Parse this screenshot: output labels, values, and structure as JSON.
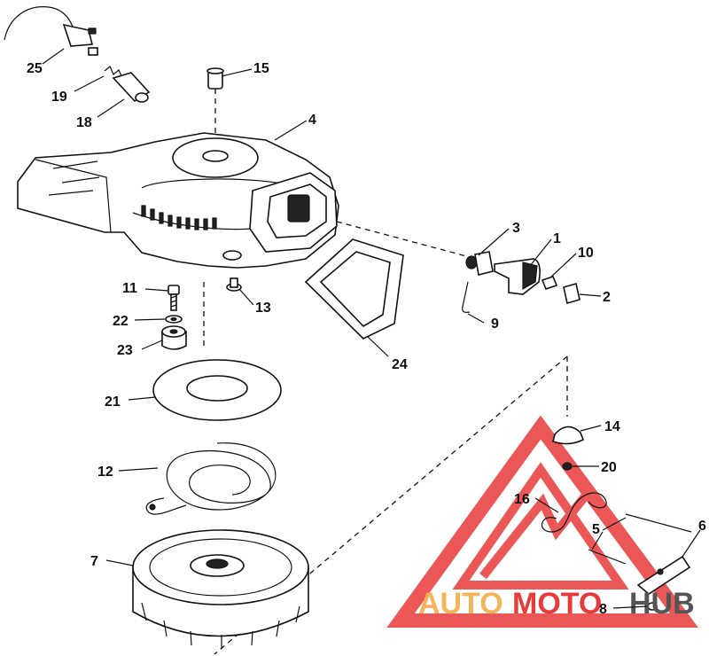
{
  "diagram": {
    "callouts": [
      {
        "id": "25",
        "label": "25"
      },
      {
        "id": "19",
        "label": "19"
      },
      {
        "id": "18",
        "label": "18"
      },
      {
        "id": "15",
        "label": "15"
      },
      {
        "id": "4",
        "label": "4"
      },
      {
        "id": "3",
        "label": "3"
      },
      {
        "id": "1",
        "label": "1"
      },
      {
        "id": "10",
        "label": "10"
      },
      {
        "id": "2",
        "label": "2"
      },
      {
        "id": "9",
        "label": "9"
      },
      {
        "id": "11",
        "label": "11"
      },
      {
        "id": "13",
        "label": "13"
      },
      {
        "id": "22",
        "label": "22"
      },
      {
        "id": "23",
        "label": "23"
      },
      {
        "id": "24",
        "label": "24"
      },
      {
        "id": "21",
        "label": "21"
      },
      {
        "id": "12",
        "label": "12"
      },
      {
        "id": "14",
        "label": "14"
      },
      {
        "id": "20",
        "label": "20"
      },
      {
        "id": "16",
        "label": "16"
      },
      {
        "id": "5",
        "label": "5"
      },
      {
        "id": "6",
        "label": "6"
      },
      {
        "id": "7",
        "label": "7"
      },
      {
        "id": "8",
        "label": "8"
      }
    ]
  },
  "watermark": {
    "part1": "AUTO",
    "part2": "MOTO",
    "part3": "HUB",
    "color_orange": "#f5b45a",
    "color_red": "#e83a3a",
    "color_gray": "#555555"
  }
}
